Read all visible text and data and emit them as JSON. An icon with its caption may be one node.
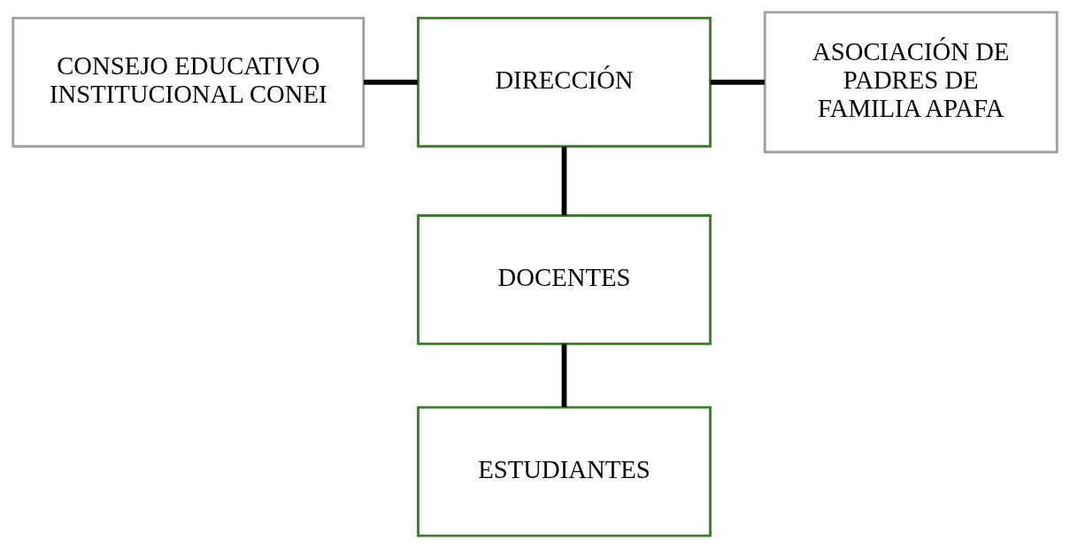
{
  "diagram": {
    "nodes": [
      {
        "text": [
          "CONSEJO EDUCATIVO INSTITUCIONAL CONEI"
        ]
      },
      {
        "text": [
          "DIRECCIÓN"
        ]
      },
      {
        "text": [
          "ASOCIACIÓN DE PADRES DE FAMILIA APAFA"
        ]
      },
      {
        "text": [
          "DOCENTES"
        ]
      },
      {
        "text": [
          "ESTUDIANTES"
        ]
      }
    ],
    "edges": [
      {
        "from": 0,
        "to": 1,
        "arrow": "none"
      },
      {
        "from": 1,
        "to": 2,
        "arrow": "none"
      },
      {
        "from": 1,
        "to": 3,
        "arrow": "none"
      },
      {
        "from": 3,
        "to": 4,
        "arrow": "none"
      }
    ]
  }
}
